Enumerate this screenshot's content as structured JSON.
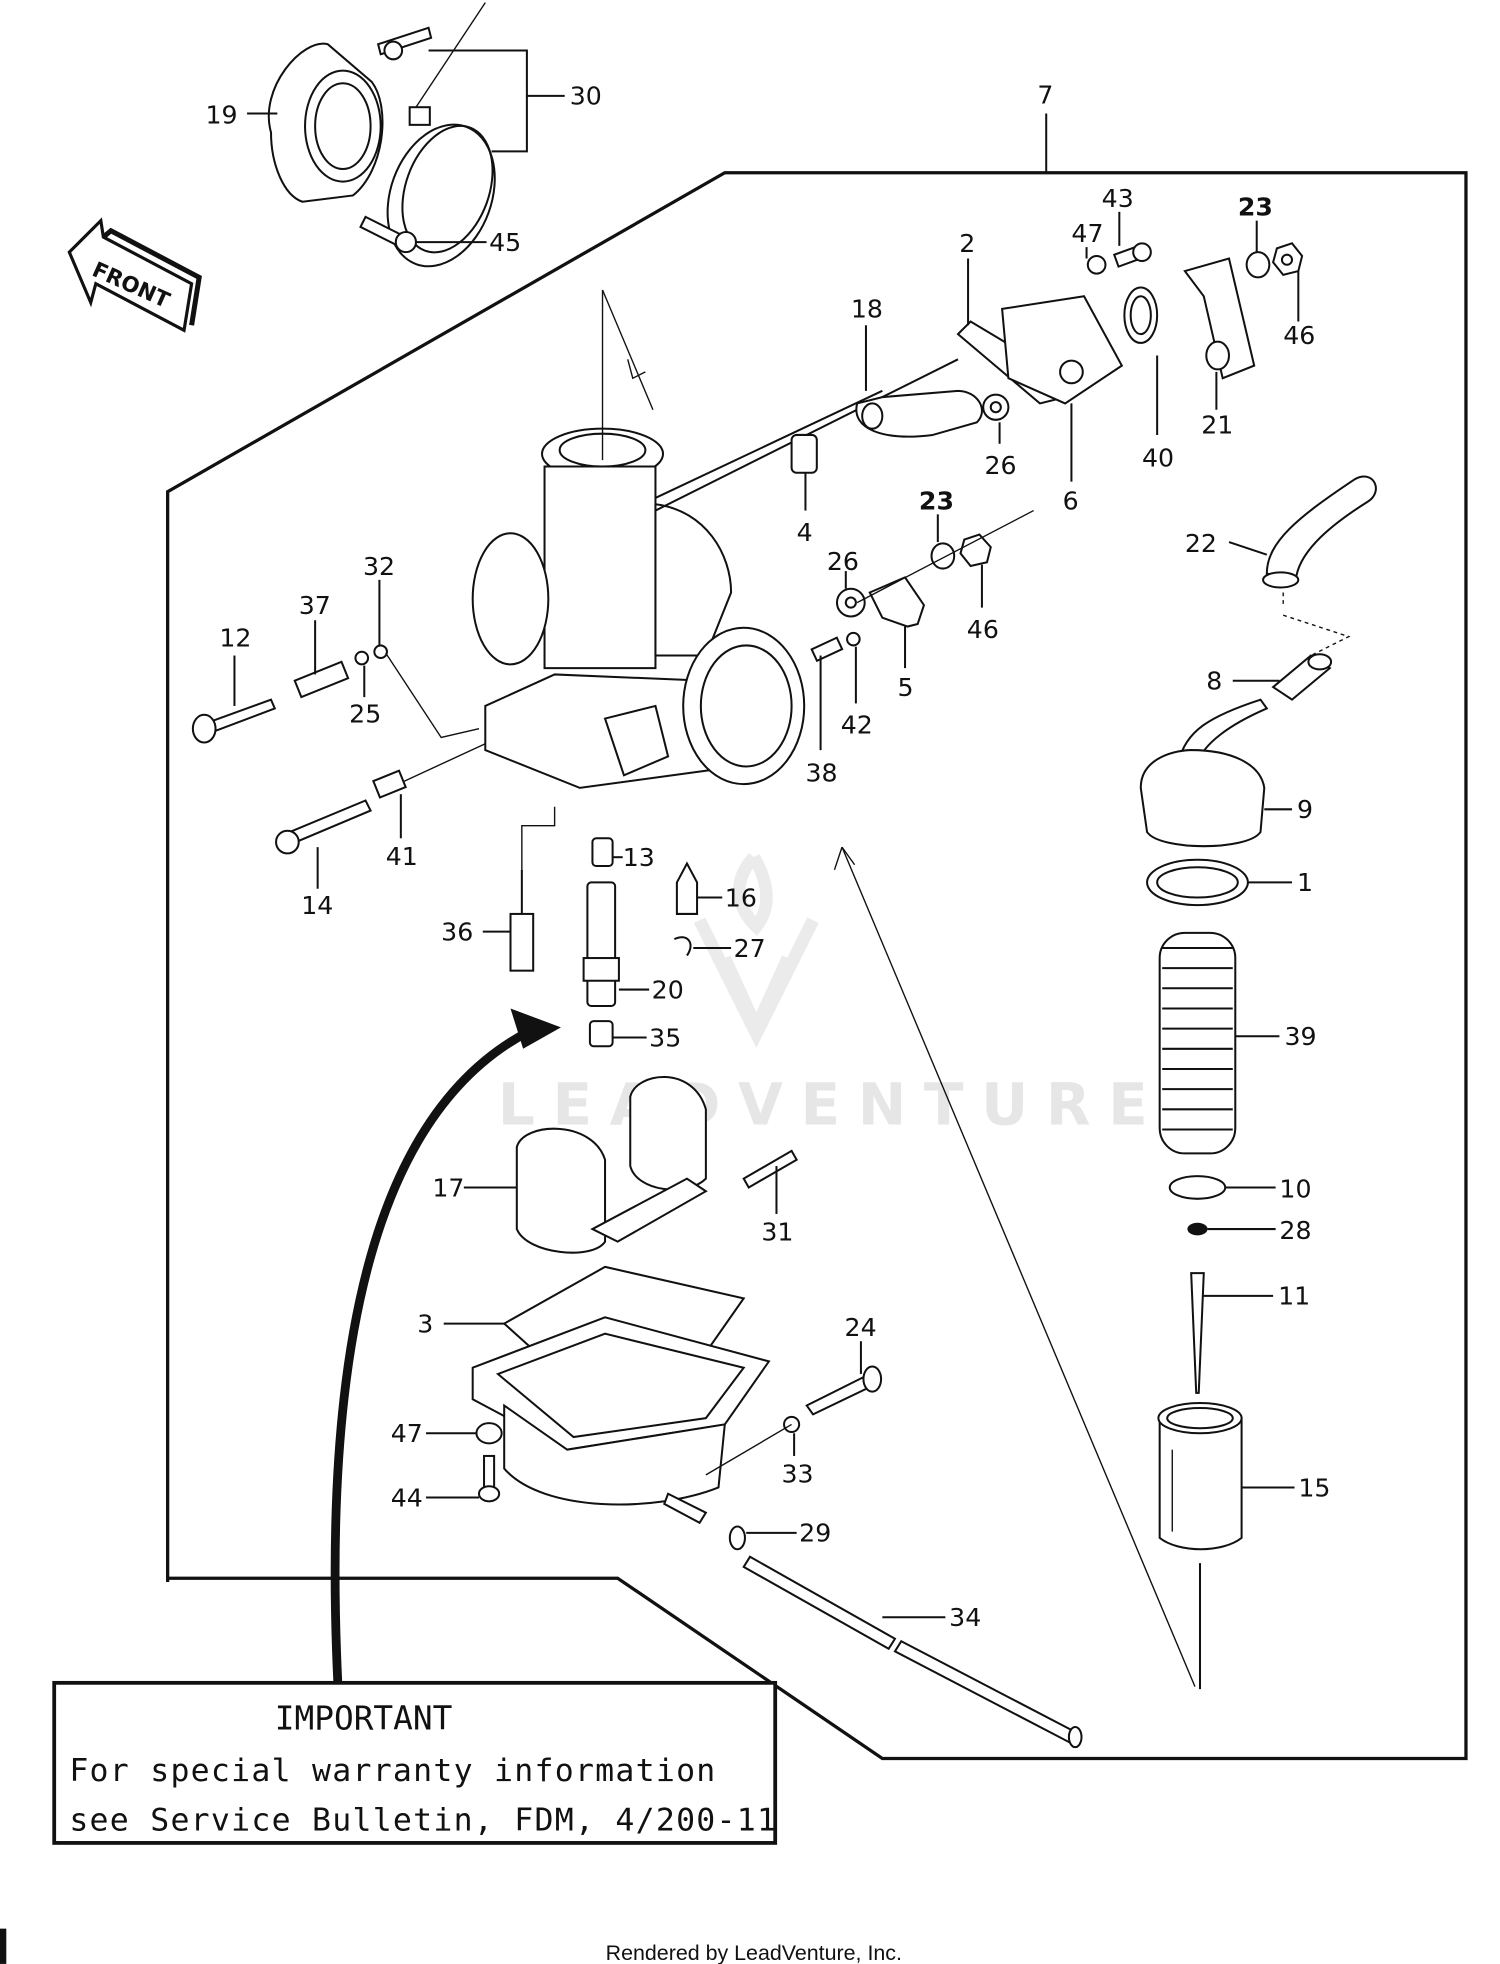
{
  "diagram": {
    "type": "exploded parts diagram",
    "subject": "Carburetor assembly",
    "direction_indicator": "FRONT",
    "callouts": [
      {
        "id": "19",
        "label": "19"
      },
      {
        "id": "30",
        "label": "30"
      },
      {
        "id": "45",
        "label": "45"
      },
      {
        "id": "7",
        "label": "7"
      },
      {
        "id": "2",
        "label": "2"
      },
      {
        "id": "18",
        "label": "18"
      },
      {
        "id": "43",
        "label": "43"
      },
      {
        "id": "47a",
        "label": "47"
      },
      {
        "id": "23a",
        "label": "23"
      },
      {
        "id": "46a",
        "label": "46"
      },
      {
        "id": "21",
        "label": "21"
      },
      {
        "id": "40",
        "label": "40"
      },
      {
        "id": "26a",
        "label": "26"
      },
      {
        "id": "6",
        "label": "6"
      },
      {
        "id": "4",
        "label": "4"
      },
      {
        "id": "23b",
        "label": "23"
      },
      {
        "id": "46b",
        "label": "46"
      },
      {
        "id": "26b",
        "label": "26"
      },
      {
        "id": "5",
        "label": "5"
      },
      {
        "id": "22",
        "label": "22"
      },
      {
        "id": "8",
        "label": "8"
      },
      {
        "id": "42",
        "label": "42"
      },
      {
        "id": "38",
        "label": "38"
      },
      {
        "id": "12",
        "label": "12"
      },
      {
        "id": "37",
        "label": "37"
      },
      {
        "id": "32",
        "label": "32"
      },
      {
        "id": "25",
        "label": "25"
      },
      {
        "id": "14",
        "label": "14"
      },
      {
        "id": "41",
        "label": "41"
      },
      {
        "id": "13",
        "label": "13"
      },
      {
        "id": "36",
        "label": "36"
      },
      {
        "id": "16",
        "label": "16"
      },
      {
        "id": "27",
        "label": "27"
      },
      {
        "id": "20",
        "label": "20"
      },
      {
        "id": "35",
        "label": "35"
      },
      {
        "id": "9",
        "label": "9"
      },
      {
        "id": "1",
        "label": "1"
      },
      {
        "id": "39",
        "label": "39"
      },
      {
        "id": "10",
        "label": "10"
      },
      {
        "id": "28",
        "label": "28"
      },
      {
        "id": "11",
        "label": "11"
      },
      {
        "id": "15",
        "label": "15"
      },
      {
        "id": "17",
        "label": "17"
      },
      {
        "id": "31",
        "label": "31"
      },
      {
        "id": "3",
        "label": "3"
      },
      {
        "id": "24",
        "label": "24"
      },
      {
        "id": "47b",
        "label": "47"
      },
      {
        "id": "33",
        "label": "33"
      },
      {
        "id": "44",
        "label": "44"
      },
      {
        "id": "29",
        "label": "29"
      },
      {
        "id": "34",
        "label": "34"
      }
    ]
  },
  "notice": {
    "title": "IMPORTANT",
    "line1": "For special warranty information",
    "line2": "see Service Bulletin, FDM, 4/200-11"
  },
  "watermark": "LEADVENTURE",
  "footer": "Rendered by LeadVenture, Inc."
}
